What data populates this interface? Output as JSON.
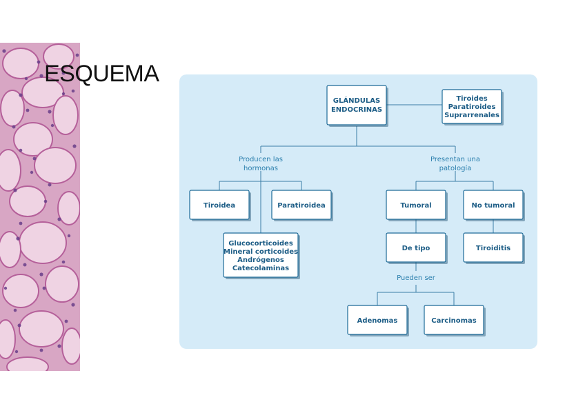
{
  "slide": {
    "title": "ESQUEMA"
  },
  "colors": {
    "panel_background": "#d5ebf8",
    "node_border": "#1d6a97",
    "node_text": "#1d5d86",
    "label_text": "#2b7fad",
    "tissue_pink": "#e8b9d3",
    "tissue_nuclei": "#6a3f8a"
  },
  "side_image": {
    "icon": "thyroid-tissue-histology-image"
  },
  "diagram": {
    "nodes": {
      "glandulas": [
        "GLÁNDULAS",
        "ENDOCRINAS"
      ],
      "glands_list": [
        "Tiroides",
        "Paratiroides",
        "Suprarrenales"
      ],
      "tiroidea": [
        "Tiroidea"
      ],
      "paratiroidea": [
        "Paratiroidea"
      ],
      "hormones_list": [
        "Glucocorticoides",
        "Mineral corticoides",
        "Andrógenos",
        "Catecolaminas"
      ],
      "tumoral": [
        "Tumoral"
      ],
      "no_tumoral": [
        "No tumoral"
      ],
      "de_tipo": [
        "De tipo"
      ],
      "tiroiditis": [
        "Tiroiditis"
      ],
      "adenomas": [
        "Adenomas"
      ],
      "carcinomas": [
        "Carcinomas"
      ]
    },
    "labels": {
      "producen": [
        "Producen las",
        "hormonas"
      ],
      "presentan": [
        "Presentan una",
        "patología"
      ],
      "pueden": [
        "Pueden ser"
      ]
    }
  }
}
